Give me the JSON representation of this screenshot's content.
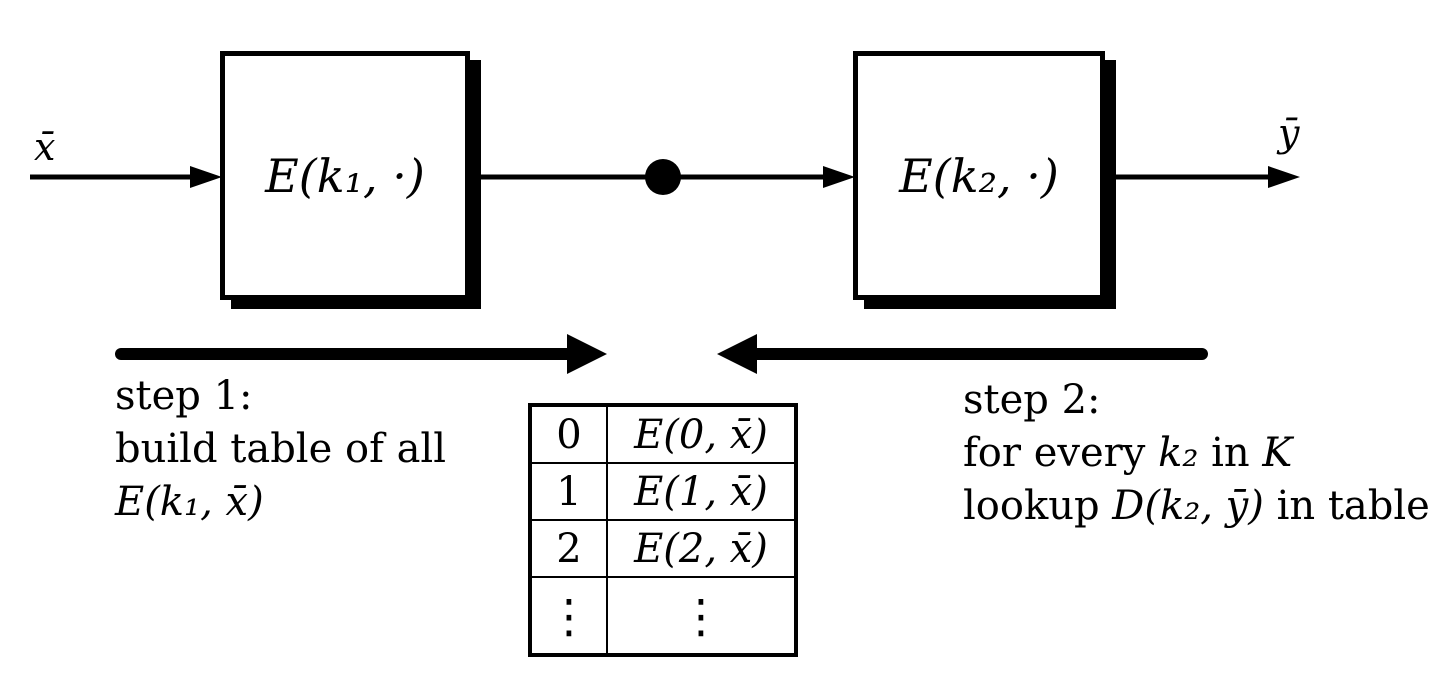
{
  "colors": {
    "ink": "#000000",
    "background": "#ffffff"
  },
  "diagram": {
    "input_label": "x̄",
    "output_label": "ȳ",
    "box1_label": "E(k₁, ·)",
    "box2_label": "E(k₂, ·)"
  },
  "step1": {
    "line1": "step 1:",
    "line2": "build table of all",
    "line3": "E(k₁, x̄)"
  },
  "step2": {
    "line1": "step 2:",
    "line2_pre": "for every ",
    "line2_math": "k₂",
    "line2_mid": " in ",
    "line2_keyspace": "K",
    "line3_pre": "lookup ",
    "line3_math": "D(k₂, ȳ)",
    "line3_post": " in table"
  },
  "table": {
    "rows": [
      {
        "key": "0",
        "value": "E(0, x̄)"
      },
      {
        "key": "1",
        "value": "E(1, x̄)"
      },
      {
        "key": "2",
        "value": "E(2, x̄)"
      },
      {
        "key": "⋮",
        "value": "⋮"
      }
    ]
  }
}
